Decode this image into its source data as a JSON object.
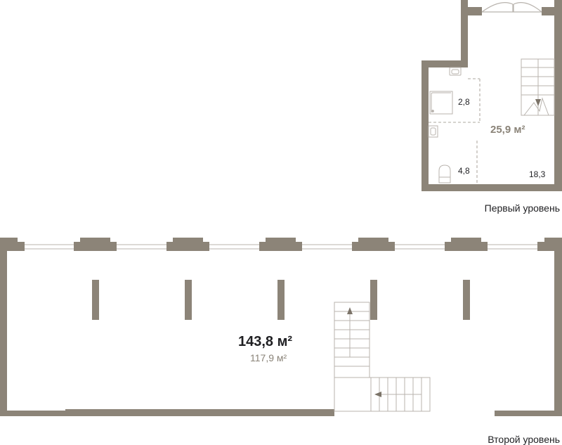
{
  "floor1": {
    "total_area": "25,9 м²",
    "rooms": [
      {
        "id": "bath",
        "area": "2,8"
      },
      {
        "id": "wc",
        "area": "4,8"
      },
      {
        "id": "living",
        "area": "18,3"
      }
    ],
    "caption": "Первый уровень"
  },
  "floor2": {
    "total_area": "143,8 м²",
    "living_area": "117,9 м²",
    "caption": "Второй уровень"
  },
  "colors": {
    "wall": "#8c8478",
    "wall_dark": "#7b7368",
    "line": "#b8b3ad",
    "dashed": "#c9c5bf",
    "text_dark": "#1f1f22",
    "text_muted": "#8a8378"
  }
}
